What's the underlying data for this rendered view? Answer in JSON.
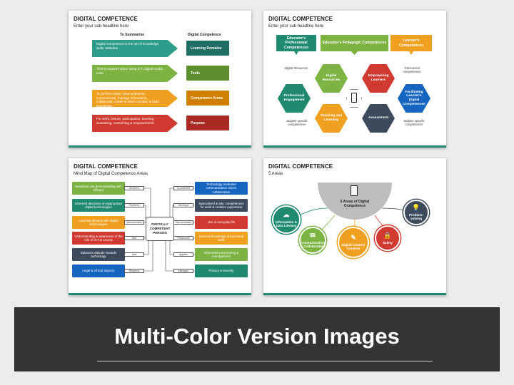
{
  "slide1": {
    "title": "DIGITAL COMPETENCE",
    "subtitle": "Enter your sub headline here",
    "col_left": "To Summarise",
    "col_right": "Digital Competence",
    "rows": [
      {
        "text": "Digital competence is the set of knowledge, skills, attitudes",
        "label": "Learning Domains",
        "color": "#2e9c8a",
        "dark": "#1f6e63"
      },
      {
        "text": "That is required when using ICT, digital media tools",
        "label": "Tools",
        "color": "#7cb342",
        "dark": "#5e8f2f"
      },
      {
        "text": "To perform tasks; solve problems; communicate, manage information, collaborate, create & share content, & build knowledge",
        "label": "Competence Areas",
        "color": "#f0a020",
        "dark": "#d07f00"
      },
      {
        "text": "For work, leisure, participation, learning, socializing, consuming & empowerment",
        "label": "Purpose",
        "color": "#d03a30",
        "dark": "#a82a22"
      }
    ]
  },
  "slide2": {
    "title": "DIGITAL COMPETENCE",
    "subtitle": "Enter your sub headline here",
    "headers": [
      {
        "text": "Educator's Professional Competences",
        "color": "#1f8a70"
      },
      {
        "text": "Educator's Pedagogic Competences",
        "color": "#7cb342"
      },
      {
        "text": "Learner's Competences",
        "color": "#f0a020"
      }
    ],
    "hexes": [
      {
        "text": "Professional Engagement",
        "color": "#1f8a70"
      },
      {
        "text": "Digital Resources",
        "color": "#7cb342"
      },
      {
        "text": "Teaching and Learning",
        "color": "#f0a020"
      },
      {
        "text": "Empowering Learners",
        "color": "#d03a30"
      },
      {
        "text": "Assessment",
        "color": "#3d4a5c"
      },
      {
        "text": "Facilitating Learner's Digital Competences",
        "color": "#1565c0"
      }
    ],
    "notes": [
      "Digital Resources",
      "Transversal competences",
      "Subject-specific competences",
      "Subject-specific competences"
    ]
  },
  "slide3": {
    "title": "DIGITAL COMPETENCE",
    "subtitle": "Mind Map of Digital Competence Areas",
    "center": "DIGITALLY COMPETENT PERSON",
    "left": [
      {
        "text": "Seamless use demonstrating self-efficacy",
        "tag": "Archives",
        "color": "#7cb342"
      },
      {
        "text": "Informed decisions on appropriate digital technologies",
        "tag": "Practices",
        "color": "#1f8a70"
      },
      {
        "text": "Learning about & with digital technologies",
        "tag": "Demonstrates",
        "color": "#f0a020"
      },
      {
        "text": "Understanding & awareness of the role of ICT in society",
        "tag": "Has",
        "color": "#d03a30"
      },
      {
        "text": "Balances attitude towards technology",
        "tag": "Has",
        "color": "#3d4a5c"
      },
      {
        "text": "Legal & ethical aspects",
        "tag": "Respects",
        "color": "#1565c0"
      }
    ],
    "right": [
      {
        "text": "Technology mediated communication seven collaboration",
        "tag": "Is proficient",
        "color": "#1565c0"
      },
      {
        "text": "Specialized & adv. competences for work & creative expression",
        "tag": "Develops",
        "color": "#3d4a5c"
      },
      {
        "text": "Use in everyday life",
        "tag": "Demonstrates",
        "color": "#d03a30"
      },
      {
        "text": "General knowledge & functional skills",
        "tag": "Possesses",
        "color": "#f0a020"
      },
      {
        "text": "Information processing & management",
        "tag": "Applies",
        "color": "#7cb342"
      },
      {
        "text": "Privacy & security",
        "tag": "Manages",
        "color": "#1f8a70"
      }
    ]
  },
  "slide4": {
    "title": "DIGITAL COMPETENCE",
    "subtitle": "5 Areas",
    "center": "5 Areas of Digital Competence",
    "circles": [
      {
        "text": "Information & Data Literacy",
        "icon": "cloud-icon",
        "glyph": "☁",
        "color": "#1f8a70"
      },
      {
        "text": "Communication & Collaboration",
        "icon": "chat-icon",
        "glyph": "✉",
        "color": "#7cb342"
      },
      {
        "text": "Digital Content Creation",
        "icon": "pen-icon",
        "glyph": "✎",
        "color": "#f0a020"
      },
      {
        "text": "Safety",
        "icon": "lock-icon",
        "glyph": "🔒",
        "color": "#d03a30"
      },
      {
        "text": "Problem-solving",
        "icon": "bulb-icon",
        "glyph": "💡",
        "color": "#3d4a5c"
      }
    ]
  },
  "banner": {
    "title": "Multi-Color Version Images"
  }
}
